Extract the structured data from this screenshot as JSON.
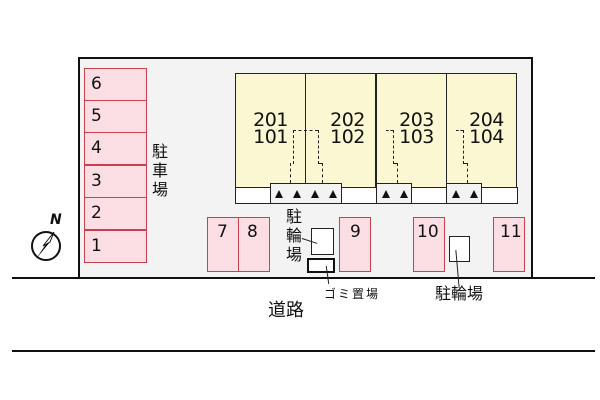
{
  "site": {
    "road_label": "道路",
    "parking_label": "駐車場",
    "bike_parking_label_1": "駐輪場",
    "bike_parking_label_2": "駐輪場",
    "trash_label": "ゴミ置場",
    "north_label": "N"
  },
  "parking_left": [
    {
      "number": "6"
    },
    {
      "number": "5"
    },
    {
      "number": "4"
    },
    {
      "number": "3"
    },
    {
      "number": "2"
    },
    {
      "number": "1"
    }
  ],
  "parking_front": [
    {
      "number": "7"
    },
    {
      "number": "8"
    },
    {
      "number": "9"
    },
    {
      "number": "10"
    },
    {
      "number": "11"
    }
  ],
  "units": [
    {
      "upper": "201",
      "lower": "101"
    },
    {
      "upper": "202",
      "lower": "102"
    },
    {
      "upper": "203",
      "lower": "103"
    },
    {
      "upper": "204",
      "lower": "104"
    }
  ],
  "colors": {
    "site_fill": "#f3f3f3",
    "parking_fill": "#fbdde4",
    "parking_border": "#c9404f",
    "unit_fill": "#fbf7d2"
  }
}
